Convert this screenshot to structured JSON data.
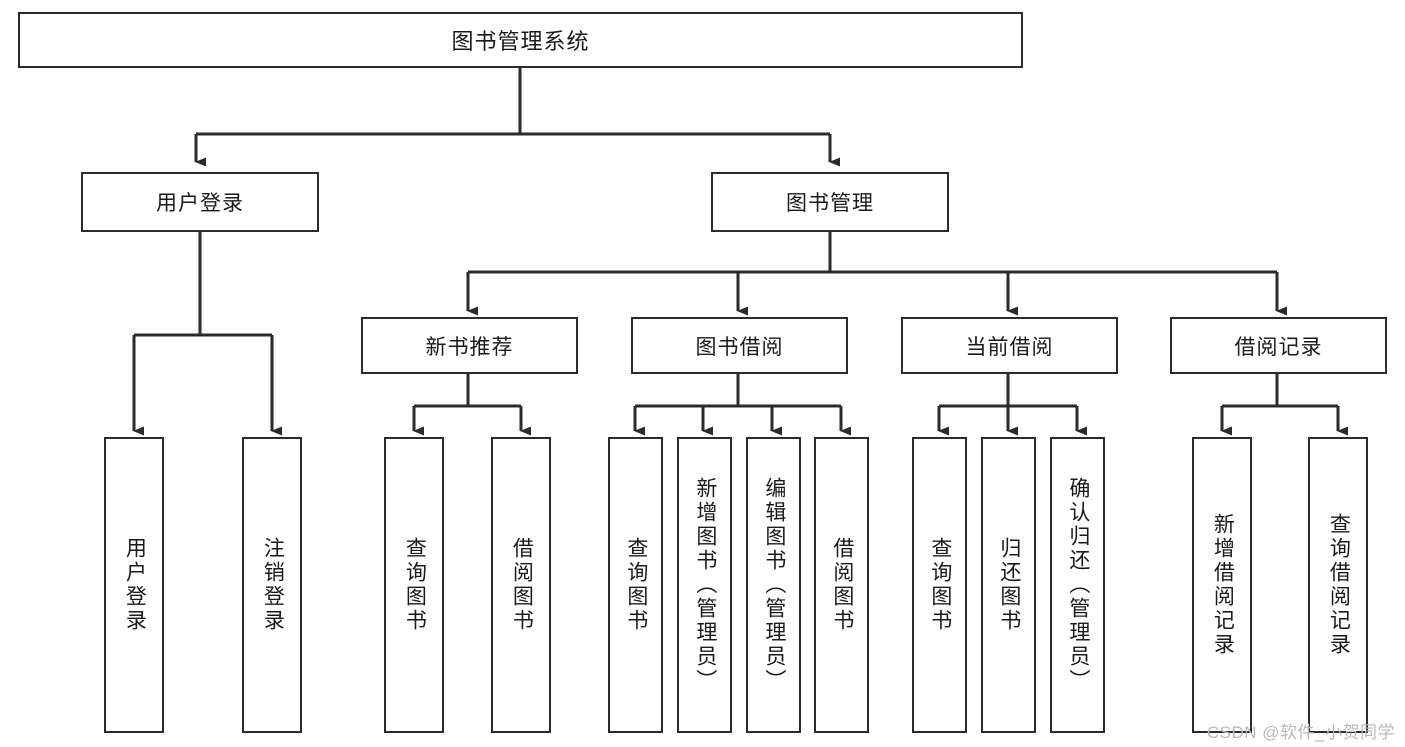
{
  "diagram": {
    "type": "tree-hierarchy",
    "title": "图书管理系统",
    "root": {
      "label": "图书管理系统"
    },
    "level2": [
      {
        "id": "user-login",
        "label": "用户登录"
      },
      {
        "id": "book-management",
        "label": "图书管理"
      }
    ],
    "level3": [
      {
        "id": "new-book-recommend",
        "label": "新书推荐",
        "parent": "book-management"
      },
      {
        "id": "book-borrow",
        "label": "图书借阅",
        "parent": "book-management"
      },
      {
        "id": "current-borrow",
        "label": "当前借阅",
        "parent": "book-management"
      },
      {
        "id": "borrow-record",
        "label": "借阅记录",
        "parent": "book-management"
      }
    ],
    "leaves": {
      "user_login": [
        {
          "id": "leaf-user-login",
          "label": "用户登录"
        },
        {
          "id": "leaf-user-logout",
          "label": "注销登录"
        }
      ],
      "new_book_recommend": [
        {
          "id": "leaf-query-book-1",
          "label": "查询图书"
        },
        {
          "id": "leaf-borrow-book-1",
          "label": "借阅图书"
        }
      ],
      "book_borrow": [
        {
          "id": "leaf-query-book-2",
          "label": "查询图书"
        },
        {
          "id": "leaf-add-book",
          "label": "新增图书（管理员）"
        },
        {
          "id": "leaf-edit-book",
          "label": "编辑图书（管理员）"
        },
        {
          "id": "leaf-borrow-book-2",
          "label": "借阅图书"
        }
      ],
      "current_borrow": [
        {
          "id": "leaf-query-book-3",
          "label": "查询图书"
        },
        {
          "id": "leaf-return-book",
          "label": "归还图书"
        },
        {
          "id": "leaf-confirm-return",
          "label": "确认归还（管理员）"
        }
      ],
      "borrow_record": [
        {
          "id": "leaf-add-record",
          "label": "新增借阅记录"
        },
        {
          "id": "leaf-query-record",
          "label": "查询借阅记录"
        }
      ]
    }
  },
  "watermark": {
    "text": "CSDN @软件_小贺同学"
  },
  "colors": {
    "stroke": "#2b2b2b",
    "box_fill": "#ffffff",
    "text": "#1a1a1a",
    "watermark": "#b9b9b9",
    "background": "#ffffff"
  }
}
